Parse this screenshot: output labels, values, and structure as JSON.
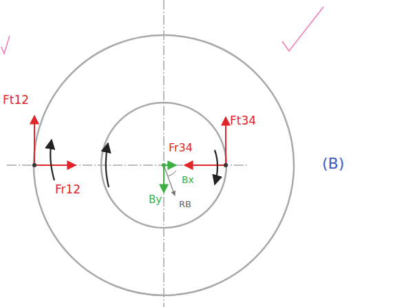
{
  "diagram": {
    "labels": [
      "Ft12",
      "Fr12",
      "Ft34",
      "Fr34",
      "Bx",
      "By",
      "RB",
      "(B)"
    ]
  }
}
